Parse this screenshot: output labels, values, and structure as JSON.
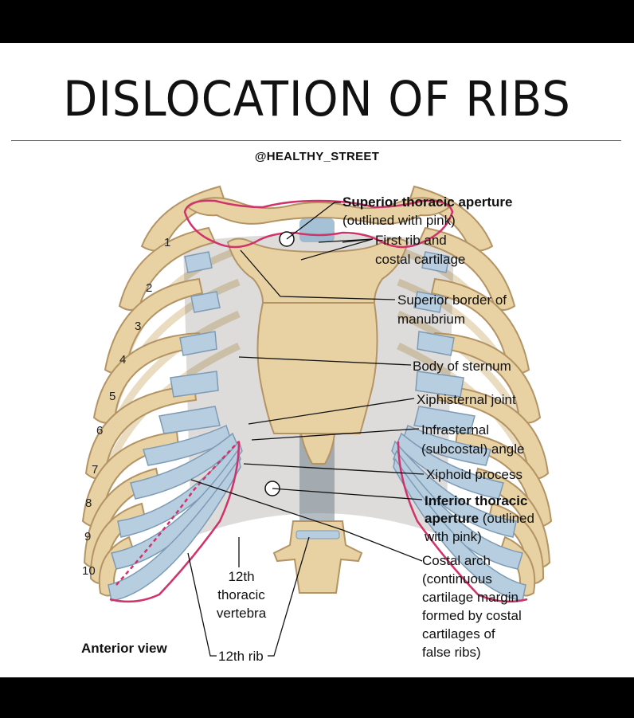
{
  "title": "DISLOCATION OF RIBS",
  "handle": "@HEALTHY_STREET",
  "colors": {
    "bone": "#e8d2a3",
    "bone_edge": "#b49464",
    "cartilage": "#b7cde0",
    "aperture": "#d0326a",
    "frame": "#000000"
  },
  "labels": {
    "superior_aperture_bold": "Superior thoracic aperture",
    "superior_aperture_note": "(outlined with pink)",
    "first_rib_1": "First rib and",
    "first_rib_2": "costal cartilage",
    "manubrium_1": "Superior border of",
    "manubrium_2": "manubrium",
    "body_sternum": "Body of sternum",
    "xiphisternal": "Xiphisternal joint",
    "infrasternal_1": "Infrasternal",
    "infrasternal_2": "(subcostal) angle",
    "xiphoid": "Xiphoid process",
    "inferior_bold_1": "Inferior thoracic",
    "inferior_bold_2": "aperture",
    "inferior_note_2": " (outlined",
    "inferior_note_3": "with pink)",
    "costal_arch_1": "Costal arch",
    "costal_arch_2": "(continuous",
    "costal_arch_3": "cartilage margin",
    "costal_arch_4": "formed by costal",
    "costal_arch_5": "cartilages of",
    "costal_arch_6": "false ribs)",
    "vertebra_1": "12th",
    "vertebra_2": "thoracic",
    "vertebra_3": "vertebra",
    "anterior_view": "Anterior view",
    "twelfth_rib": "12th rib"
  },
  "rib_numbers": [
    "1",
    "2",
    "3",
    "4",
    "5",
    "6",
    "7",
    "8",
    "9",
    "10"
  ]
}
